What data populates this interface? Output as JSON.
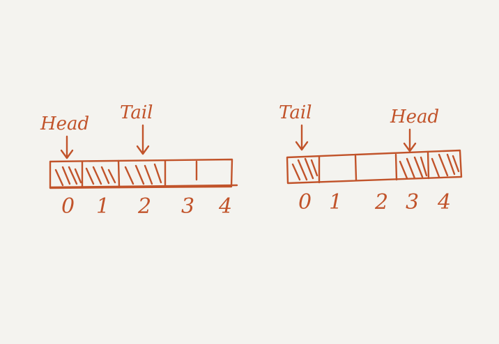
{
  "colors": {
    "background": "#f4f3ef",
    "ink": "#c1532a"
  },
  "diagrams": [
    {
      "head_label": "Head",
      "tail_label": "Tail",
      "head_index": 0,
      "tail_index": 2,
      "indices": [
        "0",
        "1",
        "2",
        "3",
        "4"
      ],
      "filled_slots": [
        0,
        1,
        2
      ]
    },
    {
      "head_label": "Head",
      "tail_label": "Tail",
      "head_index": 3,
      "tail_index": 0,
      "indices": [
        "0",
        "1",
        "2",
        "3",
        "4"
      ],
      "filled_slots": [
        0,
        3,
        4
      ]
    }
  ]
}
